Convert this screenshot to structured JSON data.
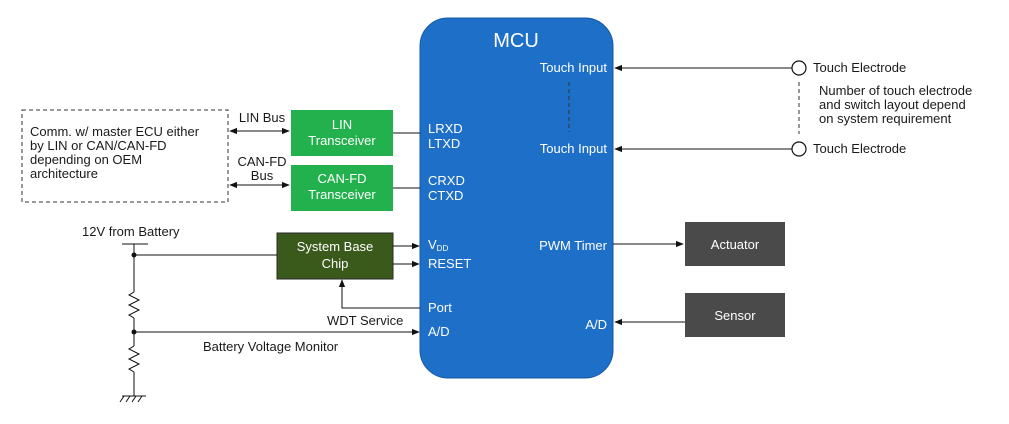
{
  "mcu": {
    "title": "MCU",
    "fill": "#1e6fc8",
    "pins_left": [
      "LRXD",
      "LTXD",
      "CRXD",
      "CTXD",
      "V",
      "DD",
      "RESET",
      "Port",
      "A/D"
    ],
    "pins_right": [
      "Touch Input",
      "Touch Input",
      "PWM Timer",
      "A/D"
    ]
  },
  "lin_transceiver": {
    "line1": "LIN",
    "line2": "Transceiver",
    "fill": "#22b14c"
  },
  "can_transceiver": {
    "line1": "CAN-FD",
    "line2": "Transceiver",
    "fill": "#22b14c"
  },
  "sbc": {
    "line1": "System Base",
    "line2": "Chip",
    "fill": "#3a5a1c"
  },
  "actuator": {
    "label": "Actuator",
    "fill": "#4a4a4a"
  },
  "sensor": {
    "label": "Sensor",
    "fill": "#4a4a4a"
  },
  "master_ecu": {
    "lines": [
      "Comm. w/ master ECU either",
      "by LIN or CAN/CAN-FD",
      "depending on OEM",
      "architecture"
    ]
  },
  "labels": {
    "lin_bus": "LIN Bus",
    "can_bus_1": "CAN-FD",
    "can_bus_2": "Bus",
    "battery": "12V from Battery",
    "wdt": "WDT Service",
    "battery_monitor": "Battery Voltage Monitor"
  },
  "touch": {
    "electrode_1": "Touch Electrode",
    "electrode_2": "Touch Electrode",
    "note": [
      "Number of touch electrode",
      "and switch layout depend",
      "on system requirement"
    ]
  }
}
